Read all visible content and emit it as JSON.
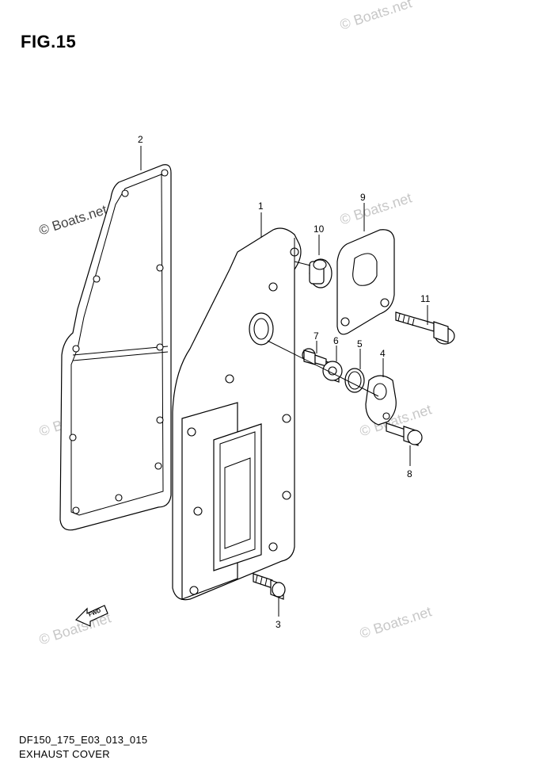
{
  "figure": {
    "title": "FIG.15"
  },
  "watermark": "© Boats.net",
  "callouts": [
    "1",
    "2",
    "3",
    "4",
    "5",
    "6",
    "7",
    "8",
    "9",
    "10",
    "11"
  ],
  "fwd_label": "FWD",
  "footer": {
    "code": "DF150_175_E03_013_015",
    "name": "EXHAUST COVER"
  }
}
